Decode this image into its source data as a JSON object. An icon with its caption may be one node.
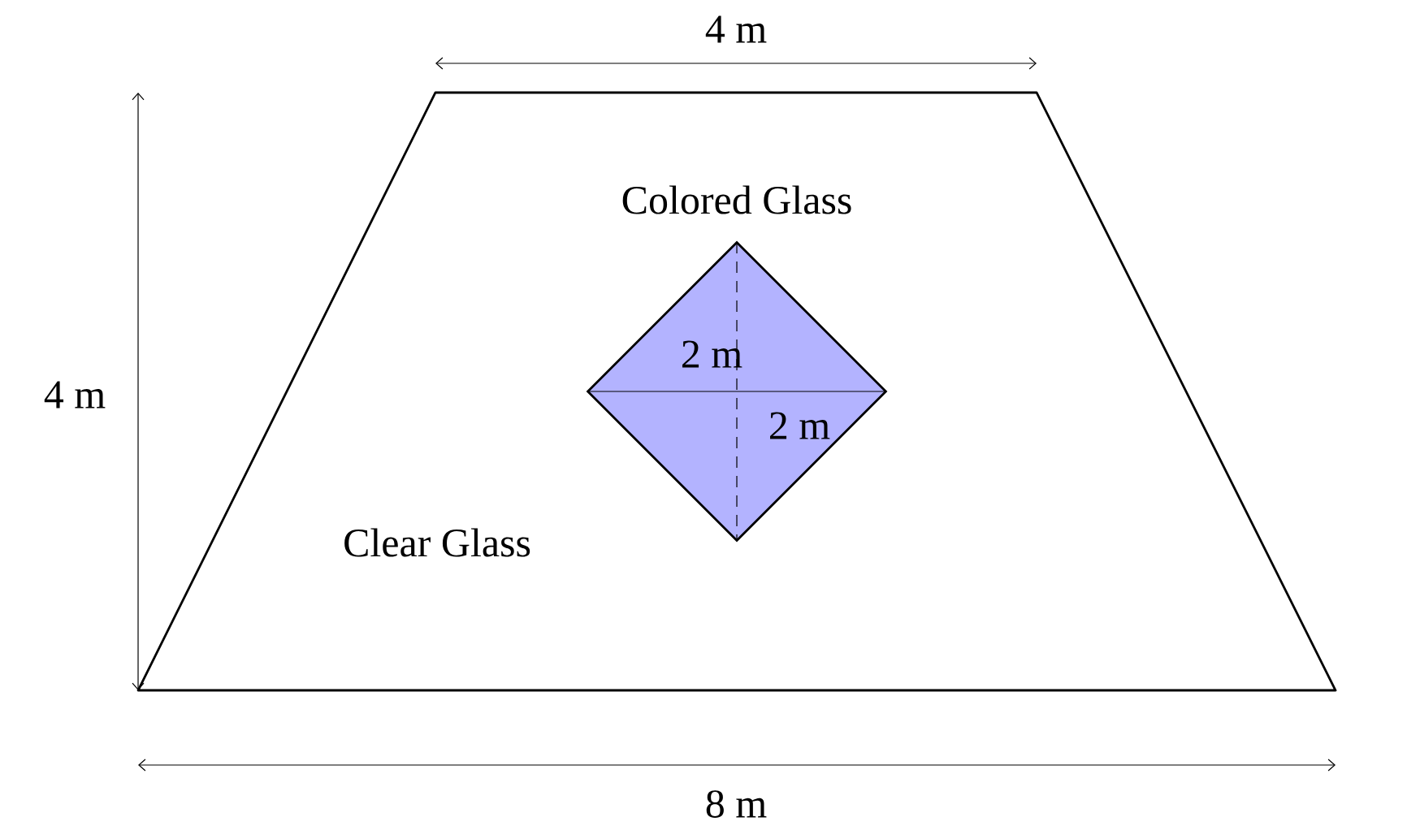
{
  "diagram": {
    "nodes": [
      {
        "text": [
          "Clear Glass"
        ]
      },
      {
        "text": [
          "Colored Glass"
        ],
        "in": 0
      }
    ],
    "labels": [
      "4 m",
      "4 m",
      "2 m",
      "2 m",
      "8 m"
    ]
  }
}
